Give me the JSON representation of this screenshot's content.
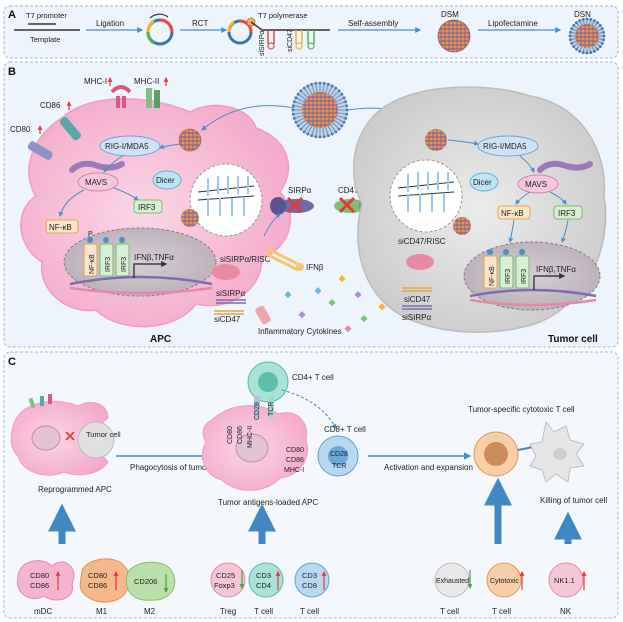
{
  "panels": {
    "a": "A",
    "b": "B",
    "c": "C"
  },
  "panel_a": {
    "t7_promoter": "T7 promoter",
    "template": "Template",
    "ligation": "Ligation",
    "rct": "RCT",
    "t7_polymerase": "T7 polymerase",
    "sisirpa": "siSIRPα",
    "sicd47": "siCD47",
    "self_assembly": "Self-assembly",
    "dsm": "DSM",
    "lipofectamine": "Lipofectamine",
    "dsn": "DSN"
  },
  "panel_b": {
    "mhc1": "MHC-I",
    "mhc2": "MHC-II",
    "cd86": "CD86",
    "cd80": "CD80",
    "rig_apc": "RIG-I/MDA5",
    "mavs_apc": "MAVS",
    "dicer_apc": "Dicer",
    "nfkb_apc": "NF-κB",
    "irf3_apc": "IRF3",
    "nuc_nfkb_apc": "NF-κB",
    "nuc_irf3a_apc": "IRF3",
    "nuc_irf3b_apc": "IRF3",
    "ifn_apc": "IFNβ,TNFα",
    "risc_apc": "siSIRPα/RISC",
    "sisirpa_apc": "siSIRPα",
    "sicd47_apc": "siCD47",
    "sirpa": "SIRPα",
    "cd47": "CD47",
    "ifnb": "IFNβ",
    "cytokines": "Inflammatory Cytokines",
    "apc": "APC",
    "rig_tumor": "RIG-I/MDA5",
    "mavs_tumor": "MAVS",
    "dicer_tumor": "Dicer",
    "nfkb_tumor": "NF-κB",
    "irf3_tumor": "IRF3",
    "risc_tumor": "siCD47/RISC",
    "sicd47_tumor": "siCD47",
    "sisirpa_tumor": "siSIRPα",
    "nuc_nfkb_tumor": "NF-κB",
    "nuc_irf3a_tumor": "IRF3",
    "nuc_irf3b_tumor": "IRF3",
    "ifn_tumor": "IFNβ,TNFα",
    "tumor_cell": "Tumor cell",
    "p": "P"
  },
  "panel_c": {
    "tumor_cell_inner": "Tumor cell",
    "reprogrammed_apc": "Reprogrammed APC",
    "phagocytosis": "Phagocytosis of tumor cell",
    "cd4_tcell": "CD4+ T cell",
    "cd28_top": "CD28",
    "tcr_top": "TCR",
    "cd80_a": "CD80",
    "cd86_a": "CD86",
    "mhc2": "MHC-II",
    "cd8_tcell": "CD8+ T cell",
    "cd80_b": "CD80",
    "cd86_b": "CD86",
    "mhc1": "MHC-I",
    "cd28_b": "CD28",
    "tcr_b": "TCR",
    "loaded_apc": "Tumor antigens-loaded APC",
    "activation": "Activation and expansion",
    "tumor_specific": "Tumor-specific cytotoxic T cell",
    "killing": "Killing of tumor cell",
    "mdc_cd80": "CD80",
    "mdc_cd86": "CD86",
    "mdc": "mDC",
    "m1_cd80": "CD80",
    "m1_cd86": "CD86",
    "m1": "M1",
    "m2_cd206": "CD206",
    "m2": "M2",
    "treg_cd25": "CD25",
    "treg_foxp3": "Foxp3",
    "treg": "Treg",
    "t_cd3a": "CD3",
    "t_cd4": "CD4",
    "tcell_a": "T cell",
    "t_cd3b": "CD3",
    "t_cd8": "CD8",
    "tcell_b": "T cell",
    "exhausted": "Exhausted",
    "tcell_c": "T cell",
    "cytotoxic": "Cytotoxic",
    "tcell_d": "T cell",
    "nk11": "NK1.1",
    "nk": "NK"
  },
  "colors": {
    "up_arrow": "#e53935",
    "down_arrow": "#43a047",
    "flow_arrow": "#4a8ec9",
    "apc_pink": "#f6bcd6",
    "tumor_gray": "#d9d9d9"
  }
}
